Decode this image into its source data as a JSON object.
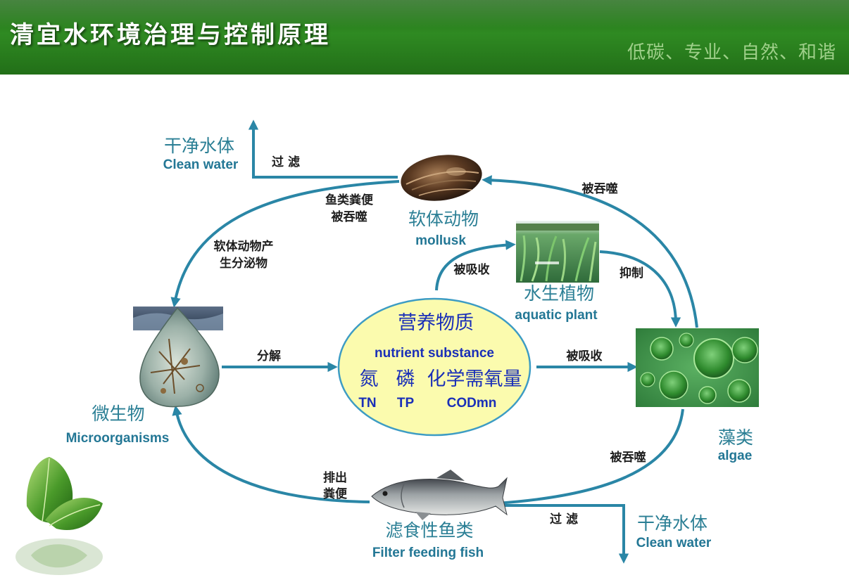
{
  "header": {
    "title": "清宜水环境治理与控制原理",
    "tagline": "低碳、专业、自然、和谐"
  },
  "center": {
    "title_cn": "营养物质",
    "title_en": "nutrient substance",
    "items_cn": [
      "氮",
      "磷",
      "化学需氧量"
    ],
    "items_en": [
      "TN",
      "TP",
      "CODmn"
    ]
  },
  "nodes": {
    "mollusk": {
      "cn": "软体动物",
      "en": "mollusk"
    },
    "aquatic_plant": {
      "cn": "水生植物",
      "en": "aquatic plant"
    },
    "algae": {
      "cn": "藻类",
      "en": "algae"
    },
    "microorganisms": {
      "cn": "微生物",
      "en": "Microorganisms"
    },
    "fish": {
      "cn": "滤食性鱼类",
      "en": "Filter feeding fish"
    }
  },
  "outputs": {
    "clean_water_top": {
      "cn": "干净水体",
      "en": "Clean water"
    },
    "clean_water_bottom": {
      "cn": "干净水体",
      "en": "Clean water"
    }
  },
  "edge_labels": {
    "filter_top": "过 滤",
    "fish_feces_line1": "鱼类粪便",
    "fish_feces_line2": "被吞噬",
    "eaten_top_right": "被吞噬",
    "mollusk_secretion_line1": "软体动物产",
    "mollusk_secretion_line2": "生分泌物",
    "absorbed_plant": "被吸收",
    "inhibit": "抑制",
    "decompose": "分解",
    "absorbed_algae": "被吸收",
    "eaten_bottom_right": "被吞噬",
    "excrete_line1": "排出",
    "excrete_line2": "粪便",
    "filter_bottom": "过 滤"
  },
  "colors": {
    "arrow": "#2a86a6",
    "header_green": "#2f8a22",
    "ellipse_fill": "#fbfbae",
    "ellipse_stroke": "#3d9cc4",
    "blue_text": "#1a2fb8",
    "teal_text": "#237795"
  }
}
